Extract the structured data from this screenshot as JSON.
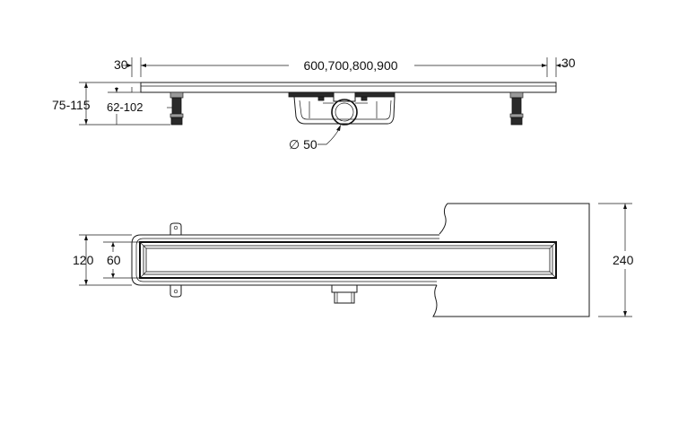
{
  "side_view": {
    "left_overhang": "30",
    "lengths": "600,700,800,900",
    "right_overhang": "30",
    "total_height": "75-115",
    "foot_height": "62-102",
    "outlet_diameter": "∅ 50"
  },
  "top_view": {
    "body_width": "120",
    "grate_width": "60",
    "floor_width": "240"
  }
}
